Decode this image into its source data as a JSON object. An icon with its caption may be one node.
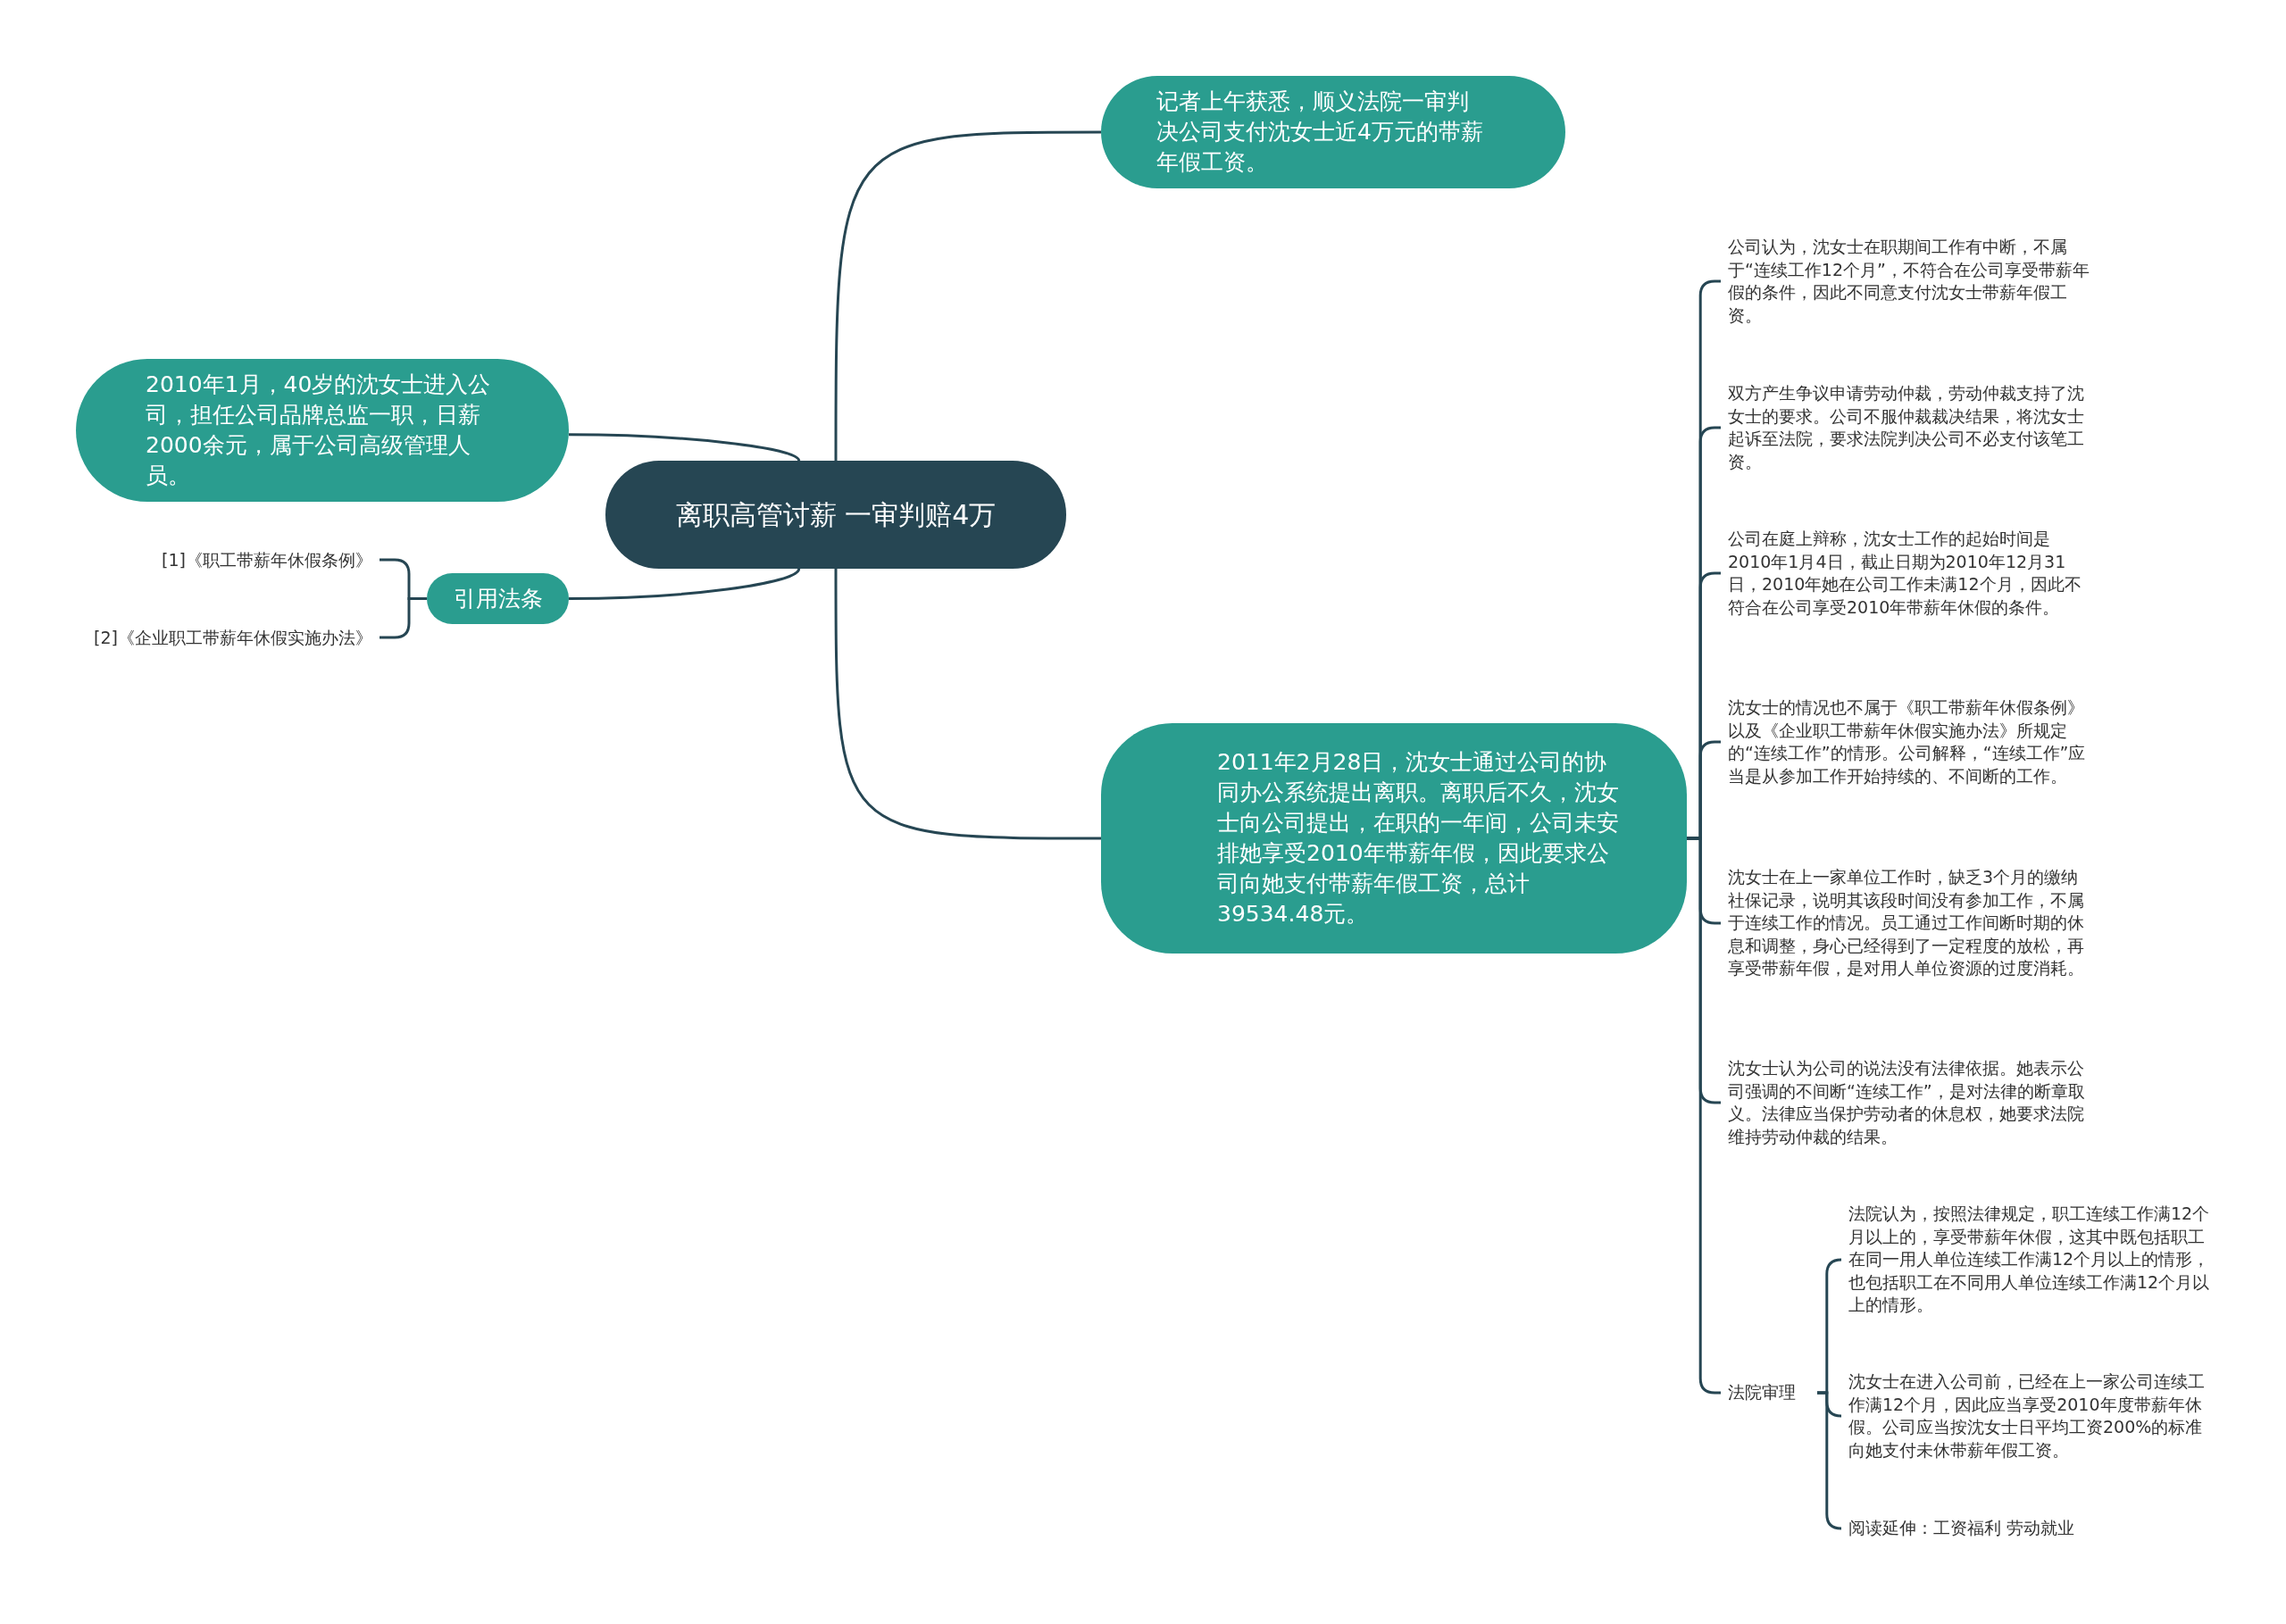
{
  "diagram": {
    "nodes": [
      {
        "text": [
          "离职高管讨薪 一审判赔4万"
        ]
      },
      {
        "text": [
          "记者上午获悉，顺义法院一审判决公司支付沈女士近4万元的带薪年假工资。"
        ]
      },
      {
        "text": [
          "2010年1月，40岁的沈女士进入公司，担任公司品牌总监一职，日薪2000余元，属于公司高级管理人员。"
        ]
      },
      {
        "text": [
          "引用法条"
        ]
      },
      {
        "text": [
          "[1]《职工带薪年休假条例》"
        ]
      },
      {
        "text": [
          "[2]《企业职工带薪年休假实施办法》"
        ]
      },
      {
        "text": [
          "2011年2月28日，沈女士通过公司的协同办公系统提出离职。离职后不久，沈女士向公司提出，在职的一年间，公司未安排她享受2010年带薪年假，因此要求公司向她支付带薪年假工资，总计39534.48元。"
        ]
      },
      {
        "text": [
          "公司认为，沈女士在职期间工作有中断，不属于“连续工作12个月”，不符合在公司享受带薪年假的条件，因此不同意支付沈女士带薪年假工资。"
        ]
      },
      {
        "text": [
          "双方产生争议申请劳动仲裁，劳动仲裁支持了沈女士的要求。公司不服仲裁裁决结果，将沈女士起诉至法院，要求法院判决公司不必支付该笔工资。"
        ]
      },
      {
        "text": [
          "公司在庭上辩称，沈女士工作的起始时间是2010年1月4日，截止日期为2010年12月31日，2010年她在公司工作未满12个月，因此不符合在公司享受2010年带薪年休假的条件。"
        ]
      },
      {
        "text": [
          "沈女士的情况也不属于《职工带薪年休假条例》以及《企业职工带薪年休假实施办法》所规定的“连续工作”的情形。公司解释，“连续工作”应当是从参加工作开始持续的、不间断的工作。"
        ]
      },
      {
        "text": [
          "沈女士在上一家单位工作时，缺乏3个月的缴纳社保记录，说明其该段时间没有参加工作，不属于连续工作的情况。员工通过工作间断时期的休息和调整，身心已经得到了一定程度的放松，再享受带薪年假，是对用人单位资源的过度消耗。"
        ]
      },
      {
        "text": [
          "沈女士认为公司的说法没有法律依据。她表示公司强调的不间断“连续工作”，是对法律的断章取义。法律应当保护劳动者的休息权，她要求法院维持劳动仲裁的结果。"
        ]
      },
      {
        "text": [
          "法院审理"
        ]
      },
      {
        "text": [
          "法院认为，按照法律规定，职工连续工作满12个月以上的，享受带薪年休假，这其中既包括职工在同一用人单位连续工作满12个月以上的情形，也包括职工在不同用人单位连续工作满12个月以上的情形。"
        ]
      },
      {
        "text": [
          "沈女士在进入公司前，已经在上一家公司连续工作满12个月，因此应当享受2010年度带薪年休假。公司应当按沈女士日平均工资200%的标准向她支付未休带薪年假工资。"
        ]
      },
      {
        "text": [
          "阅读延伸：工资福利 劳动就业"
        ]
      }
    ],
    "edges": [
      {
        "from": 0,
        "to": 1,
        "arrow": "none"
      },
      {
        "from": 0,
        "to": 2,
        "arrow": "none"
      },
      {
        "from": 0,
        "to": 3,
        "arrow": "none"
      },
      {
        "from": 3,
        "to": 4,
        "arrow": "none"
      },
      {
        "from": 3,
        "to": 5,
        "arrow": "none"
      },
      {
        "from": 0,
        "to": 6,
        "arrow": "none"
      },
      {
        "from": 6,
        "to": 7,
        "arrow": "none"
      },
      {
        "from": 6,
        "to": 8,
        "arrow": "none"
      },
      {
        "from": 6,
        "to": 9,
        "arrow": "none"
      },
      {
        "from": 6,
        "to": 10,
        "arrow": "none"
      },
      {
        "from": 6,
        "to": 11,
        "arrow": "none"
      },
      {
        "from": 6,
        "to": 12,
        "arrow": "none"
      },
      {
        "from": 6,
        "to": 13,
        "arrow": "none"
      },
      {
        "from": 13,
        "to": 14,
        "arrow": "none"
      },
      {
        "from": 13,
        "to": 15,
        "arrow": "none"
      },
      {
        "from": 13,
        "to": 16,
        "arrow": "none"
      }
    ]
  }
}
